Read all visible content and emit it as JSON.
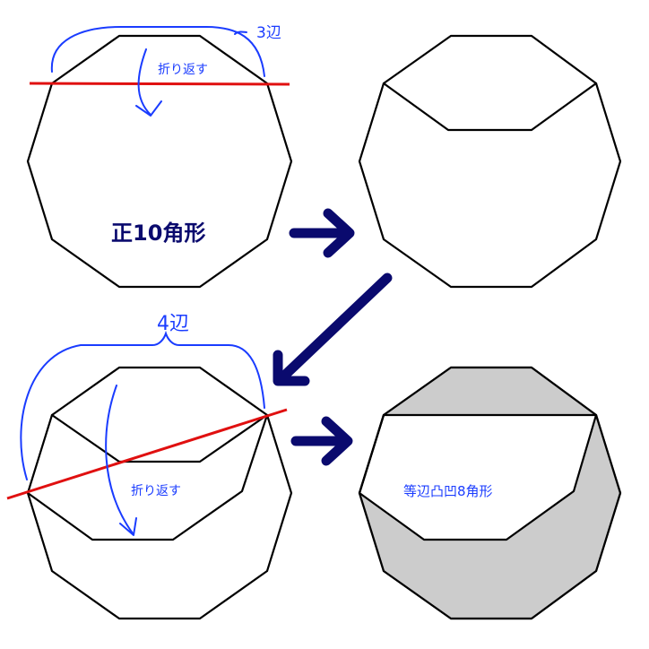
{
  "panel_top_left": {
    "edge_count_label": "3辺",
    "fold_label": "折り返す",
    "shape_label": "正10角形"
  },
  "panel_bottom_left": {
    "edge_count_label": "4辺",
    "fold_label": "折り返す"
  },
  "panel_bottom_right": {
    "shape_label": "等辺凸凹8角形"
  },
  "colors": {
    "fold_line": "#e01010",
    "annotation": "#1a3cff",
    "big_arrow": "#0a0a6e",
    "shaded_face": "#cccccc",
    "outline": "#000000"
  }
}
